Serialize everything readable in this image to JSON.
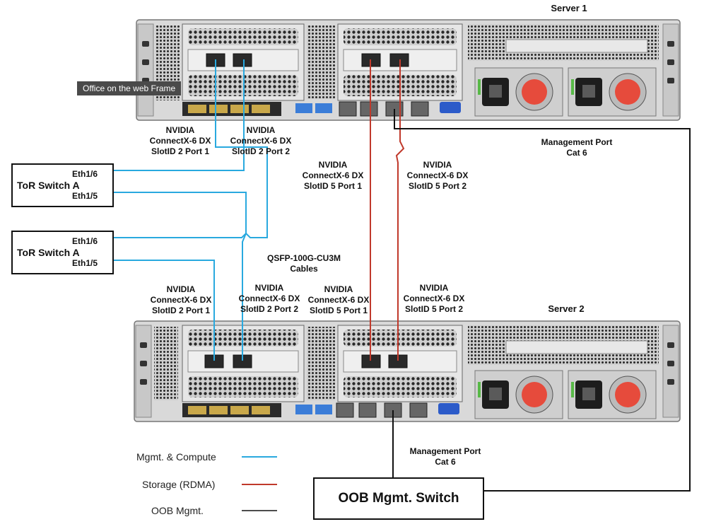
{
  "colors": {
    "mgmt_compute": "#29a9df",
    "storage_rdma": "#c0392b",
    "oob_mgmt": "#111111",
    "chassis": "#d6d6d6"
  },
  "servers": {
    "server1": "Server 1",
    "server2": "Server 2"
  },
  "overlay_badge": "Office on the web Frame",
  "server1_labels": {
    "slot2_port1": [
      "NVIDIA",
      "ConnectX-6 DX",
      "SlotID 2 Port 1"
    ],
    "slot2_port2": [
      "NVIDIA",
      "ConnectX-6 DX",
      "SlotID 2 Port 2"
    ],
    "slot5_port1": [
      "NVIDIA",
      "ConnectX-6 DX",
      "SlotID 5 Port 1"
    ],
    "slot5_port2": [
      "NVIDIA",
      "ConnectX-6 DX",
      "SlotID 5 Port 2"
    ],
    "mgmt_port": [
      "Management Port",
      "Cat 6"
    ]
  },
  "server2_labels": {
    "slot2_port1": [
      "NVIDIA",
      "ConnectX-6 DX",
      "SlotID 2 Port 1"
    ],
    "slot2_port2": [
      "NVIDIA",
      "ConnectX-6 DX",
      "SlotID 2 Port 2"
    ],
    "slot5_port1": [
      "NVIDIA",
      "ConnectX-6 DX",
      "SlotID 5 Port 1"
    ],
    "slot5_port2": [
      "NVIDIA",
      "ConnectX-6 DX",
      "SlotID 5 Port 2"
    ],
    "mgmt_port": [
      "Management Port",
      "Cat 6"
    ]
  },
  "cables": [
    "QSFP-100G-CU3M",
    "Cables"
  ],
  "switches": [
    {
      "name": "ToR Switch A",
      "port_top": "Eth1/6",
      "port_bottom": "Eth1/5"
    },
    {
      "name": "ToR Switch A",
      "port_top": "Eth1/6",
      "port_bottom": "Eth1/5"
    }
  ],
  "oob_switch": "OOB Mgmt. Switch",
  "legend": [
    {
      "label": "Mgmt. & Compute",
      "color": "#29a9df"
    },
    {
      "label": "Storage (RDMA)",
      "color": "#c0392b"
    },
    {
      "label": "OOB Mgmt.",
      "color": "#111111"
    }
  ]
}
